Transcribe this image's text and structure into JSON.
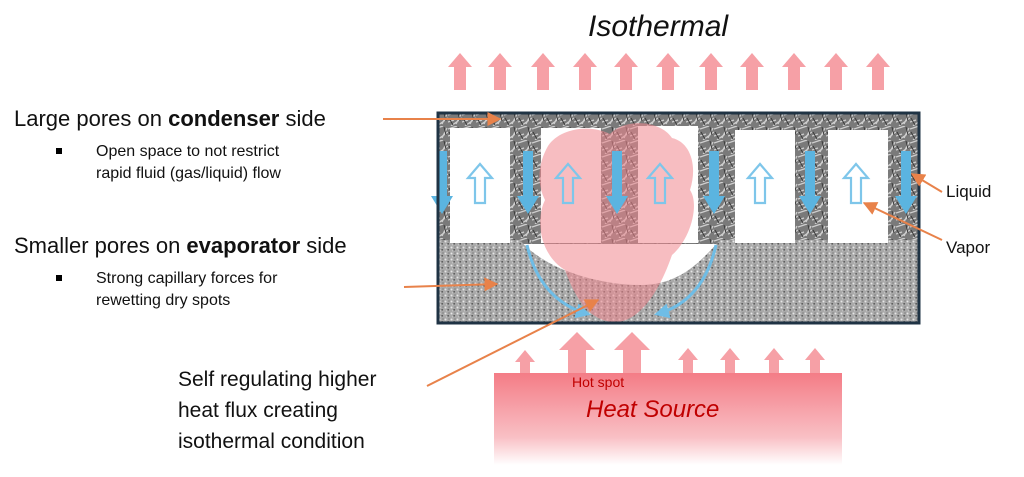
{
  "title": "Isothermal",
  "labels": {
    "condenser_prefix": "Large pores on ",
    "condenser_bold": "condenser",
    "condenser_suffix": " side",
    "condenser_bullet_1": "Open space to not restrict",
    "condenser_bullet_2": "rapid fluid (gas/liquid) flow",
    "evaporator_prefix": "Smaller pores on ",
    "evaporator_bold": "evaporator",
    "evaporator_suffix": " side",
    "evaporator_bullet_1": "Strong capillary forces for",
    "evaporator_bullet_2": "rewetting dry spots",
    "self_reg_1": "Self regulating higher",
    "self_reg_2": "heat flux creating",
    "self_reg_3": "isothermal condition",
    "liquid": "Liquid",
    "vapor": "Vapor",
    "hot_spot": "Hot spot",
    "heat_source": "Heat Source"
  },
  "colors": {
    "heat_arrow": "#f6a0a6",
    "heat_source": "#f47c86",
    "liquid_arrow": "#5bb4e0",
    "vapor_arrow": "#7ec6ea",
    "hot_spot_glow": "#f0868e",
    "leader_line": "#e8824a",
    "hot_text": "#c00000",
    "wick_frame": "#1f3344"
  }
}
